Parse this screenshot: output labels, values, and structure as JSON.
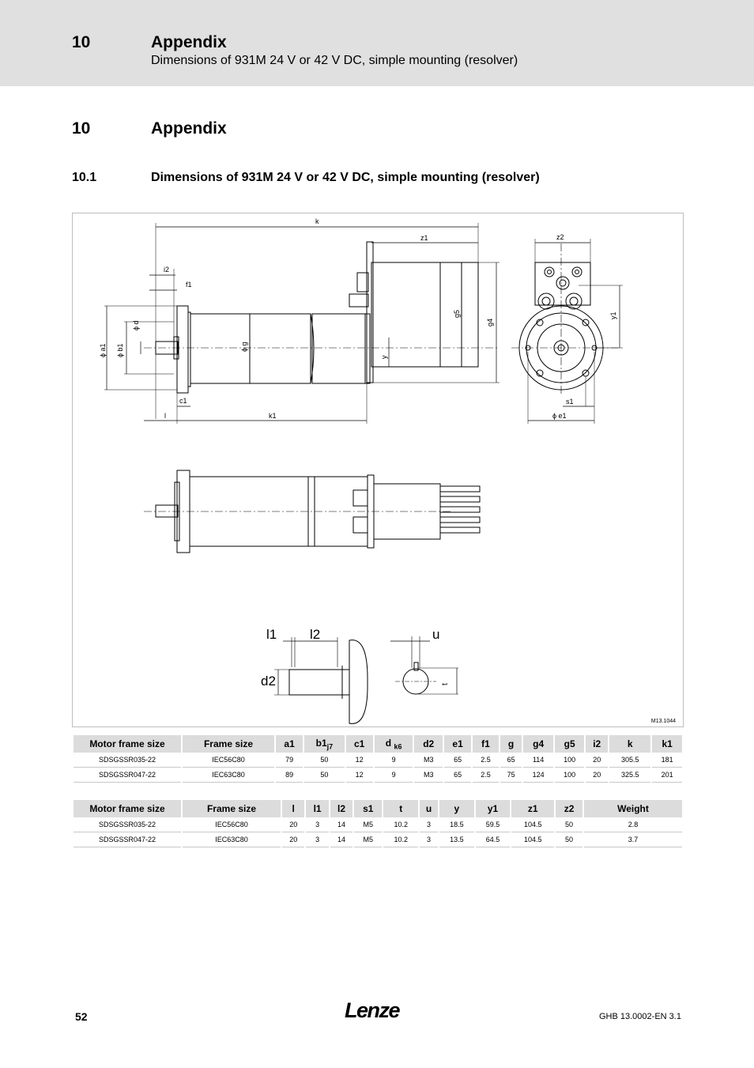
{
  "header": {
    "chapter_number": "10",
    "chapter_title": "Appendix",
    "subtitle": "Dimensions of 931M 24 V or 42 V DC, simple mounting (resolver)"
  },
  "section": {
    "number": "10",
    "title": "Appendix"
  },
  "subsection": {
    "number": "10.1",
    "title": "Dimensions of 931M 24 V or 42 V DC, simple mounting (resolver)"
  },
  "figure": {
    "code": "M13.1044",
    "labels": {
      "k": "k",
      "z1": "z1",
      "z2": "z2",
      "i2": "i2",
      "f1": "f1",
      "phi_d": "ϕ d",
      "phi_a1": "ϕ a1",
      "phi_b1": "ϕ b1",
      "phi_g": "ϕ g",
      "g5": "g5",
      "g4": "g4",
      "y": "y",
      "y1": "y1",
      "c1": "c1",
      "l": "l",
      "k1": "k1",
      "s1": "s1",
      "phi_e1": "ϕ e1",
      "l1": "l1",
      "l2": "l2",
      "d2": "d2",
      "u": "u",
      "t": "t"
    }
  },
  "table1": {
    "headers": [
      "Motor frame size",
      "Frame size",
      "a1",
      "b1",
      "c1",
      "d",
      "d2",
      "e1",
      "f1",
      "g",
      "g4",
      "g5",
      "i2",
      "k",
      "k1"
    ],
    "header_subscripts": {
      "b1": "j7",
      "d": "k6"
    },
    "rows": [
      [
        "SDSGSSR035-22",
        "IEC56C80",
        "79",
        "50",
        "12",
        "9",
        "M3",
        "65",
        "2.5",
        "65",
        "114",
        "100",
        "20",
        "305.5",
        "181"
      ],
      [
        "SDSGSSR047-22",
        "IEC63C80",
        "89",
        "50",
        "12",
        "9",
        "M3",
        "65",
        "2.5",
        "75",
        "124",
        "100",
        "20",
        "325.5",
        "201"
      ]
    ]
  },
  "table2": {
    "headers": [
      "Motor frame size",
      "Frame size",
      "l",
      "l1",
      "l2",
      "s1",
      "t",
      "u",
      "y",
      "y1",
      "z1",
      "z2",
      "Weight"
    ],
    "rows": [
      [
        "SDSGSSR035-22",
        "IEC56C80",
        "20",
        "3",
        "14",
        "M5",
        "10.2",
        "3",
        "18.5",
        "59.5",
        "104.5",
        "50",
        "2.8"
      ],
      [
        "SDSGSSR047-22",
        "IEC63C80",
        "20",
        "3",
        "14",
        "M5",
        "10.2",
        "3",
        "13.5",
        "64.5",
        "104.5",
        "50",
        "3.7"
      ]
    ]
  },
  "footer": {
    "page_number": "52",
    "logo_text": "Lenze",
    "doc_ref": "GHB 13.0002-EN   3.1"
  }
}
